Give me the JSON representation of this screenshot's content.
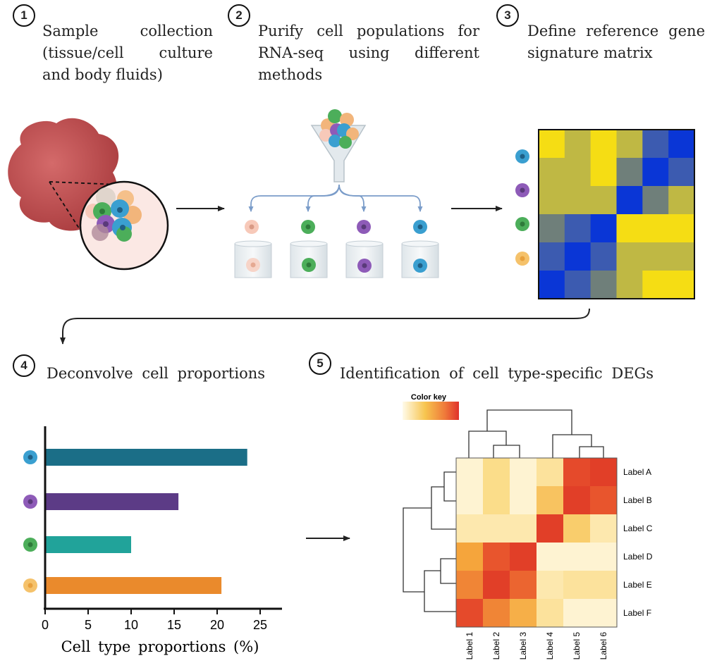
{
  "steps": [
    {
      "num": "1",
      "text": "Sample collection (tissue/cell culture and body fluids)"
    },
    {
      "num": "2",
      "text": "Purify cell populations for RNA-seq using different methods"
    },
    {
      "num": "3",
      "text": "Define reference gene signature matrix"
    },
    {
      "num": "4",
      "text": "Deconvolve cell proportions"
    },
    {
      "num": "5",
      "text": "Identification of cell type-specific DEGs"
    }
  ],
  "colors": {
    "cell_blue": "#3a9fd0",
    "cell_purple": "#8e5bb8",
    "cell_green": "#4cae5a",
    "cell_orange": "#f2b86c",
    "matrix_yellow": "#f5dd14",
    "matrix_olive": "#bfb844",
    "matrix_slate": "#6f7f7a",
    "matrix_midblue": "#3c5bb0",
    "matrix_blue": "#0a36d6"
  },
  "signature_matrix": [
    [
      0,
      1,
      0,
      1,
      3,
      4
    ],
    [
      1,
      1,
      0,
      2,
      4,
      3
    ],
    [
      1,
      1,
      1,
      4,
      2,
      1
    ],
    [
      2,
      3,
      4,
      0,
      0,
      0
    ],
    [
      3,
      4,
      3,
      1,
      1,
      1
    ],
    [
      4,
      3,
      2,
      1,
      0,
      0
    ]
  ],
  "chart_data": {
    "type": "bar",
    "orientation": "horizontal",
    "categories": [
      "blue cell",
      "purple cell",
      "green cell",
      "orange cell"
    ],
    "values": [
      23.5,
      15.5,
      10,
      20.5
    ],
    "bar_colors": [
      "#1b6e87",
      "#5c3b86",
      "#21a39a",
      "#ea8a2c"
    ],
    "xlabel": "Cell type proportions (%)",
    "xticks": [
      0,
      5,
      10,
      15,
      20,
      25
    ],
    "xlim": [
      0,
      28
    ]
  },
  "heatmap": {
    "color_key_label": "Color key",
    "row_labels": [
      "Label A",
      "Label B",
      "Label C",
      "Label D",
      "Label E",
      "Label F"
    ],
    "col_labels": [
      "Label 1",
      "Label 2",
      "Label 3",
      "Label 4",
      "Label 5",
      "Label 6"
    ],
    "values": [
      [
        0.05,
        0.25,
        0.05,
        0.2,
        0.85,
        0.9
      ],
      [
        0.05,
        0.25,
        0.05,
        0.4,
        0.9,
        0.8
      ],
      [
        0.15,
        0.15,
        0.15,
        0.9,
        0.35,
        0.15
      ],
      [
        0.55,
        0.8,
        0.9,
        0.05,
        0.05,
        0.05
      ],
      [
        0.65,
        0.9,
        0.75,
        0.15,
        0.2,
        0.2
      ],
      [
        0.85,
        0.65,
        0.5,
        0.2,
        0.05,
        0.05
      ]
    ]
  }
}
